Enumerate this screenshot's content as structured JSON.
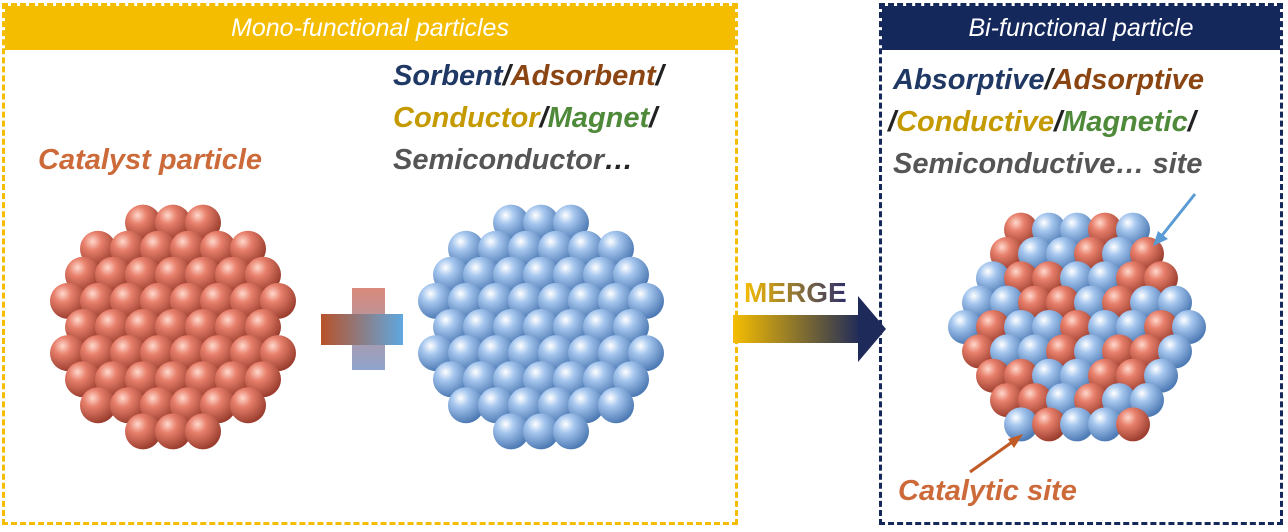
{
  "left_panel": {
    "header": "Mono-functional particles"
  },
  "right_panel": {
    "header": "Bi-functional particle"
  },
  "catalyst_label": "Catalyst particle",
  "functions_left": {
    "sorbent": "Sorbent",
    "slash1": "/",
    "adsorbent": "Adsorbent",
    "slash2": "/",
    "conductor": "Conductor",
    "slash3": "/",
    "magnet": "Magnet",
    "slash4": "/",
    "semiconductor": "Semiconductor",
    "ellipsis": "…"
  },
  "functions_right": {
    "absorptive": "Absorptive",
    "slash1": "/",
    "adsorptive": "Adsorptive",
    "slash2": "/",
    "conductive": "Conductive",
    "slash3": "/",
    "magnetic": "Magnetic",
    "slash4": "/",
    "semiconductive": "Semiconductive… site"
  },
  "merge_label": "MERGE",
  "catalytic_site_label": "Catalytic site",
  "colors": {
    "catalyst_sphere": "#e07060",
    "function_sphere": "#8fb6e6",
    "left_border": "#f5bd00",
    "right_border": "#14285c"
  }
}
